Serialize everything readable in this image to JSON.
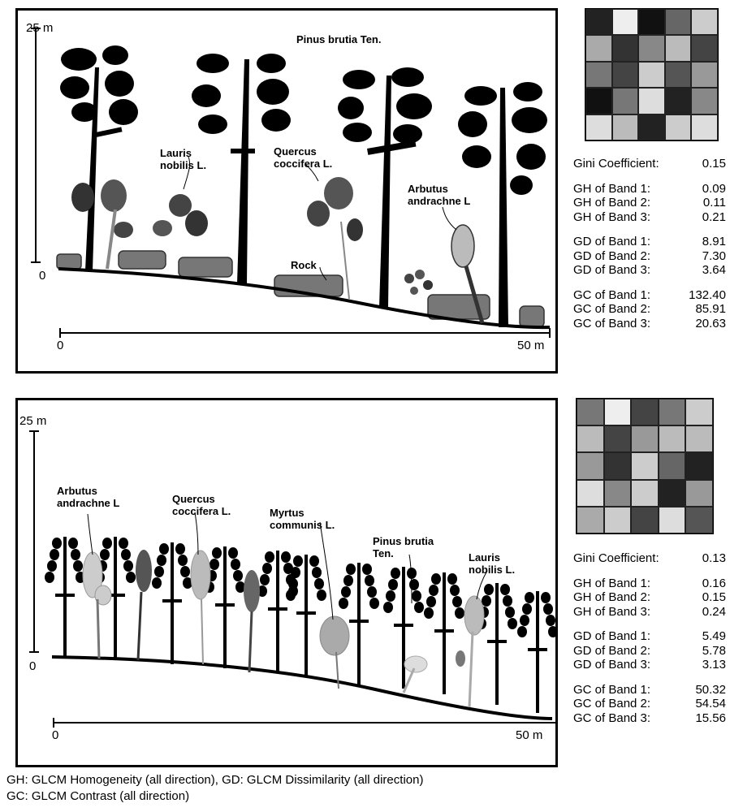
{
  "top": {
    "axis": {
      "y_max": "25 m",
      "y_zero": "0",
      "x_zero": "0",
      "x_max": "50 m"
    },
    "labels": {
      "pinus": "Pinus brutia Ten.",
      "lauris": "Lauris\nnobilis L.",
      "quercus": "Quercus\ncoccifera L.",
      "arbutus": "Arbutus\nandrachne L",
      "rock": "Rock"
    },
    "grid": [
      "#222222",
      "#eeeeee",
      "#111111",
      "#666666",
      "#cccccc",
      "#aaaaaa",
      "#333333",
      "#888888",
      "#bbbbbb",
      "#444444",
      "#777777",
      "#444444",
      "#cccccc",
      "#555555",
      "#999999",
      "#111111",
      "#777777",
      "#dddddd",
      "#222222",
      "#888888",
      "#dddddd",
      "#bbbbbb",
      "#222222",
      "#cccccc",
      "#dddddd"
    ],
    "stats": {
      "gini": {
        "label": "Gini Coefficient:",
        "value": "0.15"
      },
      "gh": [
        {
          "label": "GH of Band 1:",
          "value": "0.09"
        },
        {
          "label": "GH of Band 2:",
          "value": "0.11"
        },
        {
          "label": "GH of Band 3:",
          "value": "0.21"
        }
      ],
      "gd": [
        {
          "label": "GD of Band 1:",
          "value": "8.91"
        },
        {
          "label": "GD of Band 2:",
          "value": "7.30"
        },
        {
          "label": "GD of Band 3:",
          "value": "3.64"
        }
      ],
      "gc": [
        {
          "label": "GC of Band 1:",
          "value": "132.40"
        },
        {
          "label": "GC of Band 2:",
          "value": "85.91"
        },
        {
          "label": "GC of Band 3:",
          "value": "20.63"
        }
      ]
    }
  },
  "bottom": {
    "axis": {
      "y_max": "25 m",
      "y_zero": "0",
      "x_zero": "0",
      "x_max": "50 m"
    },
    "labels": {
      "arbutus": "Arbutus\nandrachne L",
      "quercus": "Quercus\ncoccifera L.",
      "myrtus": "Myrtus\ncommunis L.",
      "pinus": "Pinus brutia\nTen.",
      "lauris": "Lauris\nnobilis L."
    },
    "grid": [
      "#777777",
      "#eeeeee",
      "#444444",
      "#777777",
      "#cccccc",
      "#bbbbbb",
      "#444444",
      "#999999",
      "#bbbbbb",
      "#bbbbbb",
      "#999999",
      "#333333",
      "#cccccc",
      "#666666",
      "#222222",
      "#dddddd",
      "#888888",
      "#cccccc",
      "#222222",
      "#999999",
      "#aaaaaa",
      "#cccccc",
      "#444444",
      "#dddddd",
      "#555555"
    ],
    "stats": {
      "gini": {
        "label": "Gini Coefficient:",
        "value": "0.13"
      },
      "gh": [
        {
          "label": "GH of Band 1:",
          "value": "0.16"
        },
        {
          "label": "GH of Band 2:",
          "value": "0.15"
        },
        {
          "label": "GH of Band 3:",
          "value": "0.24"
        }
      ],
      "gd": [
        {
          "label": "GD of Band 1:",
          "value": "5.49"
        },
        {
          "label": "GD of Band 2:",
          "value": "5.78"
        },
        {
          "label": "GD of Band 3:",
          "value": "3.13"
        }
      ],
      "gc": [
        {
          "label": "GC of Band 1:",
          "value": "50.32"
        },
        {
          "label": "GC of Band 2:",
          "value": "54.54"
        },
        {
          "label": "GC of Band 3:",
          "value": "15.56"
        }
      ]
    }
  },
  "legend": {
    "line1": "GH: GLCM Homogeneity (all direction), GD: GLCM Dissimilarity (all direction)",
    "line2": "GC: GLCM Contrast (all direction)"
  }
}
